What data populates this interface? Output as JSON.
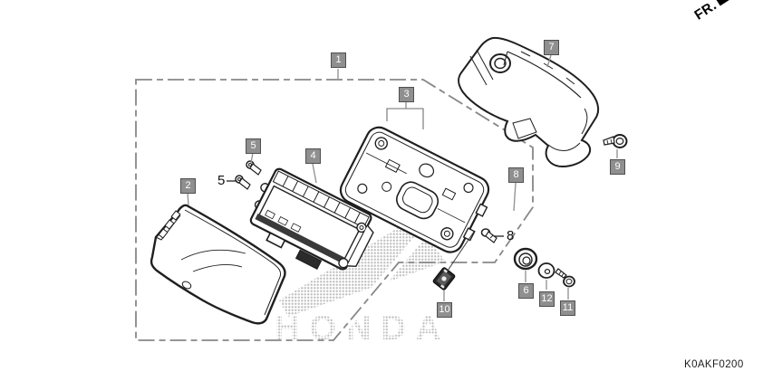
{
  "title_code": "K0AKF0200",
  "fr_indicator": "FR.",
  "watermark_text": "HONDA",
  "callouts": [
    {
      "num": "1"
    },
    {
      "num": "2"
    },
    {
      "num": "3"
    },
    {
      "num": "4"
    },
    {
      "num": "5"
    },
    {
      "num": "6"
    },
    {
      "num": "7"
    },
    {
      "num": "8"
    },
    {
      "num": "9"
    },
    {
      "num": "10"
    },
    {
      "num": "11"
    },
    {
      "num": "12"
    }
  ],
  "inline_refs": [
    {
      "num": "5"
    },
    {
      "num": "8"
    }
  ],
  "colors": {
    "part_line": "#1f1f1f",
    "boundary_dash": "#878787",
    "leader_line": "#8f8f8f",
    "callout_bg": "#8f8f8f",
    "callout_border": "#4f4f4f",
    "watermark_dot": "#b5b5b5"
  }
}
